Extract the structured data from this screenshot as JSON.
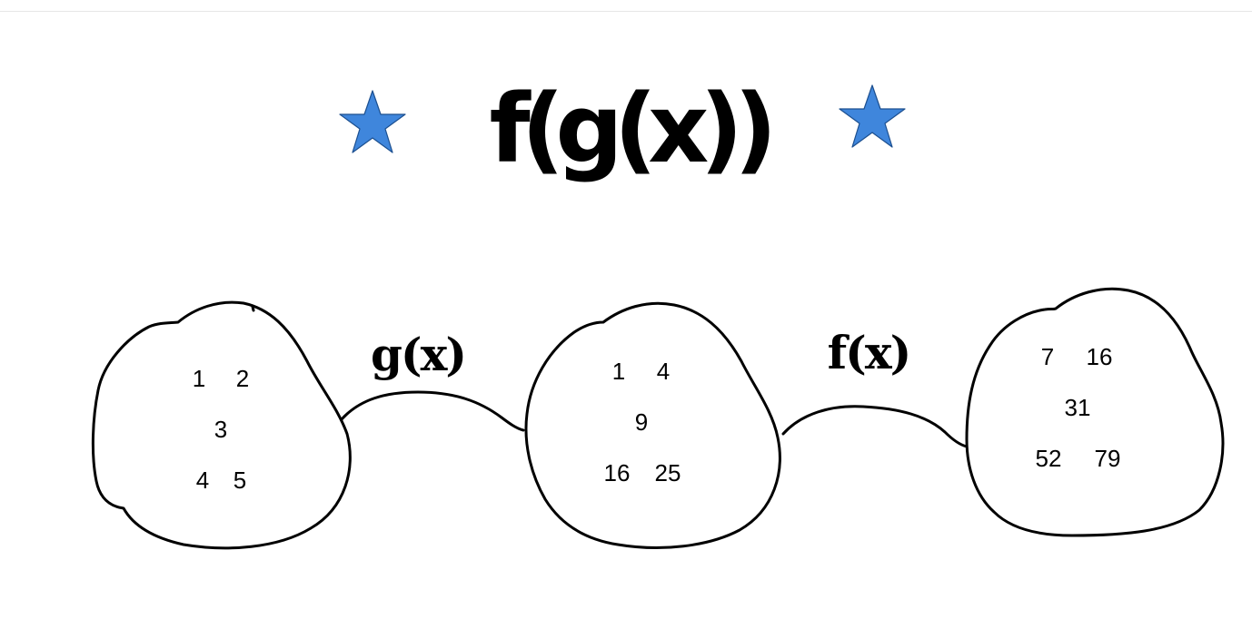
{
  "title": "f(g(x))",
  "decorations": {
    "star_color": "#3f86dc",
    "star_icon": "star-icon"
  },
  "mappings": {
    "g_label": "g(x)",
    "f_label": "f(x)"
  },
  "sets": {
    "domain": {
      "values": [
        "1",
        "2",
        "3",
        "4",
        "5"
      ]
    },
    "middle": {
      "values": [
        "1",
        "4",
        "9",
        "16",
        "25"
      ]
    },
    "range": {
      "values": [
        "7",
        "16",
        "31",
        "52",
        "79"
      ]
    }
  }
}
